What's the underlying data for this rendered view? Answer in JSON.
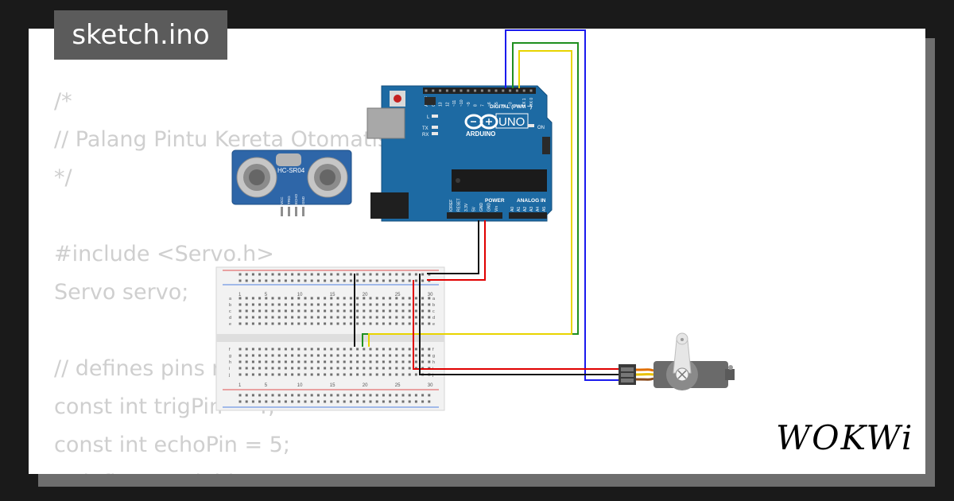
{
  "header": {
    "title": "sketch.ino"
  },
  "code_lines": [
    "/*",
    "// Palang Pintu Kereta Otomatis",
    "*/",
    "",
    "#include <Servo.h>",
    "Servo servo;",
    "",
    "// defines pins numbers",
    "const int trigPin = 4;",
    "const int echoPin = 5;",
    "// defines variables"
  ],
  "arduino": {
    "model": "UNO",
    "brand": "ARDUINO",
    "digital_label": "DIGITAL (PWM ~)",
    "power_label": "POWER",
    "analog_label": "ANALOG IN",
    "on_label": "ON",
    "tx_label": "TX",
    "rx_label": "RX",
    "l_label": "L",
    "digital_pins": [
      "AREF",
      "GND",
      "13",
      "12",
      "~11",
      "~10",
      "~9",
      "8",
      "7",
      "~6",
      "~5",
      "4",
      "~3",
      "2",
      "TX 1",
      "RX 0"
    ],
    "power_pins": [
      "IOREF",
      "RESET",
      "3.3V",
      "5V",
      "GND",
      "GND",
      "Vin"
    ],
    "analog_pins": [
      "A0",
      "A1",
      "A2",
      "A3",
      "A4",
      "A5"
    ]
  },
  "sensor": {
    "label": "HC-SR04",
    "pins": [
      "VCC",
      "TRIG",
      "ECHO",
      "GND"
    ]
  },
  "breadboard": {
    "column_numbers": [
      "1",
      "5",
      "10",
      "15",
      "20",
      "25",
      "30"
    ],
    "row_letters_top": [
      "a",
      "b",
      "c",
      "d",
      "e"
    ],
    "row_letters_bottom": [
      "f",
      "g",
      "h",
      "i",
      "j"
    ]
  },
  "colors": {
    "wire_blue": "#1a1aee",
    "wire_green": "#1f8f1f",
    "wire_yellow": "#e8d400",
    "wire_red": "#e00000",
    "wire_black": "#111111",
    "board": "#1d6aa3",
    "servo_body": "#6a6a6a"
  },
  "logo": {
    "text": "WOKWi"
  }
}
